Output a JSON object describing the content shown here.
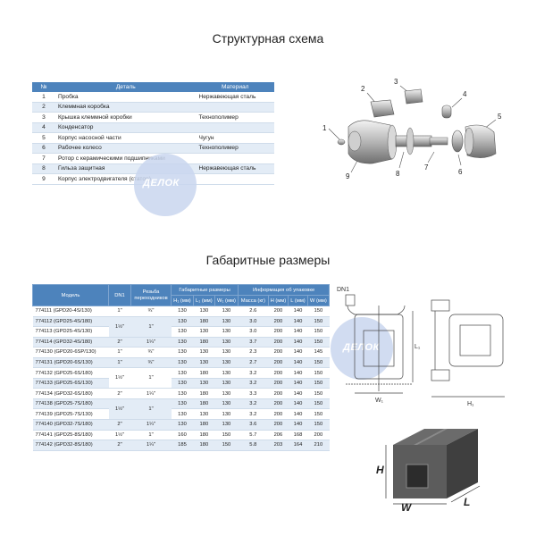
{
  "titles": {
    "structure": "Структурная схема",
    "dimensions": "Габаритные размеры"
  },
  "parts_table": {
    "headers": [
      "№",
      "Деталь",
      "Материал"
    ],
    "rows": [
      [
        "1",
        "Пробка",
        "Нержавеющая сталь"
      ],
      [
        "2",
        "Клеммная коробка",
        ""
      ],
      [
        "3",
        "Крышка клеммной коробки",
        "Технополимер"
      ],
      [
        "4",
        "Конденсатор",
        ""
      ],
      [
        "5",
        "Корпус насосной части",
        "Чугун"
      ],
      [
        "6",
        "Рабочее колесо",
        "Технополимер"
      ],
      [
        "7",
        "Ротор с керамическими подшипниками",
        ""
      ],
      [
        "8",
        "Гильза защитная",
        "Нержавеющая сталь"
      ],
      [
        "9",
        "Корпус электродвигателя (статор)",
        ""
      ]
    ]
  },
  "exploded_labels": [
    "1",
    "2",
    "3",
    "4",
    "5",
    "6",
    "7",
    "8",
    "9"
  ],
  "watermark": "ДЕЛОК",
  "dims_table": {
    "header_top": {
      "model": "Модель",
      "dn1": "DN1",
      "thread": "Резьба переходников",
      "gabarit": "Габаритные размеры",
      "pack": "Информация об упаковке"
    },
    "header_sub": [
      "H₁ (мм)",
      "L₁ (мм)",
      "W₁ (мм)",
      "Масса (кг)",
      "H (мм)",
      "L (мм)",
      "W (мм)"
    ],
    "rows": [
      {
        "model": "774111 (GPD20-4S/130)",
        "dn1": "1\"",
        "thread": "¾\"",
        "vals": [
          "130",
          "130",
          "130",
          "2.6",
          "200",
          "140",
          "150"
        ]
      },
      {
        "model": "774112 (GPD25-4S/180)",
        "dn1": "",
        "thread": "",
        "vals": [
          "130",
          "180",
          "130",
          "3.0",
          "200",
          "140",
          "150"
        ]
      },
      {
        "model": "774113 (GPD25-4S/130)",
        "dn1": "",
        "thread": "",
        "vals": [
          "130",
          "130",
          "130",
          "3.0",
          "200",
          "140",
          "150"
        ]
      },
      {
        "model": "774114 (GPD32-4S/180)",
        "dn1": "2\"",
        "thread": "1¼\"",
        "vals": [
          "130",
          "180",
          "130",
          "3.7",
          "200",
          "140",
          "150"
        ]
      },
      {
        "model": "774130 (GPD20-6SP/130)",
        "dn1": "1\"",
        "thread": "¾\"",
        "vals": [
          "130",
          "130",
          "130",
          "2.3",
          "200",
          "140",
          "145"
        ]
      },
      {
        "model": "774131 (GPD20-6S/130)",
        "dn1": "1\"",
        "thread": "¾\"",
        "vals": [
          "130",
          "130",
          "130",
          "2.7",
          "200",
          "140",
          "150"
        ]
      },
      {
        "model": "774132 (GPD25-6S/180)",
        "dn1": "",
        "thread": "",
        "vals": [
          "130",
          "180",
          "130",
          "3.2",
          "200",
          "140",
          "150"
        ]
      },
      {
        "model": "774133 (GPD25-6S/130)",
        "dn1": "",
        "thread": "",
        "vals": [
          "130",
          "130",
          "130",
          "3.2",
          "200",
          "140",
          "150"
        ]
      },
      {
        "model": "774134 (GPD32-6S/180)",
        "dn1": "2\"",
        "thread": "1¼\"",
        "vals": [
          "130",
          "180",
          "130",
          "3.3",
          "200",
          "140",
          "150"
        ]
      },
      {
        "model": "774138 (GPD25-7S/180)",
        "dn1": "",
        "thread": "",
        "vals": [
          "130",
          "180",
          "130",
          "3.2",
          "200",
          "140",
          "150"
        ]
      },
      {
        "model": "774139 (GPD25-7S/130)",
        "dn1": "",
        "thread": "",
        "vals": [
          "130",
          "130",
          "130",
          "3.2",
          "200",
          "140",
          "150"
        ]
      },
      {
        "model": "774140 (GPD32-7S/180)",
        "dn1": "2\"",
        "thread": "1¼\"",
        "vals": [
          "130",
          "180",
          "130",
          "3.6",
          "200",
          "140",
          "150"
        ]
      },
      {
        "model": "774141 (GPD25-8S/180)",
        "dn1": "1½\"",
        "thread": "1\"",
        "vals": [
          "160",
          "180",
          "150",
          "5.7",
          "206",
          "168",
          "200"
        ]
      },
      {
        "model": "774142 (GPD32-8S/180)",
        "dn1": "2\"",
        "thread": "1¼\"",
        "vals": [
          "185",
          "180",
          "150",
          "5.8",
          "203",
          "164",
          "210"
        ]
      }
    ],
    "merged": {
      "dn1_a": "1½\"",
      "thread_a": "1\"",
      "dn1_b": "1½\"",
      "thread_b": "1\"",
      "dn1_c": "1½\"",
      "thread_c": "1\""
    }
  },
  "drawing_labels": {
    "dn1": "DN1",
    "l1": "L₁",
    "w1": "W₁",
    "h1": "H₁"
  },
  "box_labels": {
    "h": "H",
    "w": "W",
    "l": "L"
  }
}
